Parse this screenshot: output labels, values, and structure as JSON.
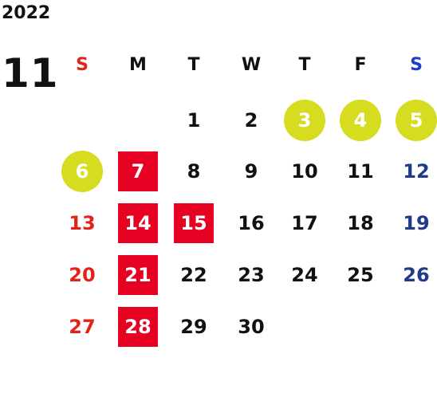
{
  "year": "2022",
  "month": "11",
  "colors": {
    "sunday": "#e2231a",
    "saturday_header": "#1f3ec8",
    "saturday": "#1f3b8a",
    "default": "#111111",
    "holiday_circle": "#d6dc20",
    "event_square": "#e60021",
    "on_marker_text": "#ffffff"
  },
  "weekdays": [
    {
      "label": "S",
      "type": "sunday"
    },
    {
      "label": "M",
      "type": "default"
    },
    {
      "label": "T",
      "type": "default"
    },
    {
      "label": "W",
      "type": "default"
    },
    {
      "label": "T",
      "type": "default"
    },
    {
      "label": "F",
      "type": "default"
    },
    {
      "label": "S",
      "type": "saturday"
    }
  ],
  "weeks": [
    [
      null,
      null,
      {
        "day": "1"
      },
      {
        "day": "2"
      },
      {
        "day": "3",
        "mark": "circle"
      },
      {
        "day": "4",
        "mark": "circle"
      },
      {
        "day": "5",
        "mark": "circle"
      }
    ],
    [
      {
        "day": "6",
        "mark": "circle"
      },
      {
        "day": "7",
        "mark": "square"
      },
      {
        "day": "8"
      },
      {
        "day": "9"
      },
      {
        "day": "10"
      },
      {
        "day": "11"
      },
      {
        "day": "12"
      }
    ],
    [
      {
        "day": "13"
      },
      {
        "day": "14",
        "mark": "square"
      },
      {
        "day": "15",
        "mark": "square"
      },
      {
        "day": "16"
      },
      {
        "day": "17"
      },
      {
        "day": "18"
      },
      {
        "day": "19"
      }
    ],
    [
      {
        "day": "20"
      },
      {
        "day": "21",
        "mark": "square"
      },
      {
        "day": "22"
      },
      {
        "day": "23"
      },
      {
        "day": "24"
      },
      {
        "day": "25"
      },
      {
        "day": "26"
      }
    ],
    [
      {
        "day": "27"
      },
      {
        "day": "28",
        "mark": "square"
      },
      {
        "day": "29"
      },
      {
        "day": "30"
      },
      null,
      null,
      null
    ]
  ]
}
